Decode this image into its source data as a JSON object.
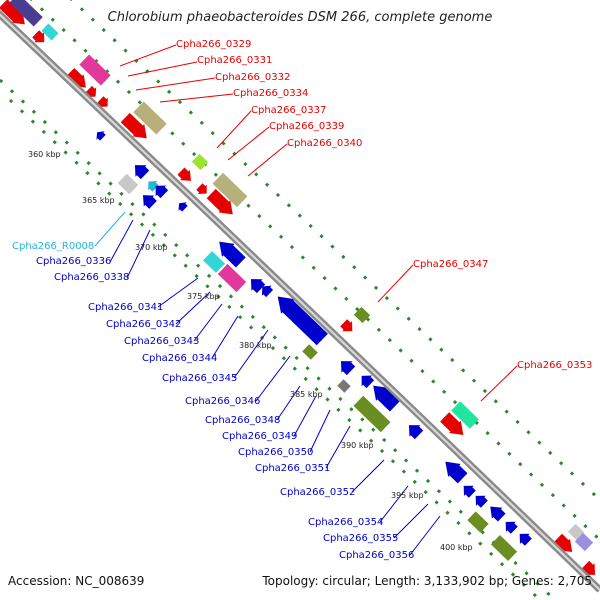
{
  "header": {
    "title": "Chlorobium phaeobacteroides DSM 266, complete genome"
  },
  "footer": {
    "accession": "Accession: NC_008639",
    "summary": "Topology: circular; Length: 3,133,902 bp; Genes: 2,705"
  },
  "ruler": [
    "360 kbp",
    "365 kbp",
    "370 kbp",
    "375 kbp",
    "380 kbp",
    "385 kbp",
    "390 kbp",
    "395 kbp",
    "400 kbp"
  ],
  "forward_genes": [
    "Cpha266_0329",
    "Cpha266_0331",
    "Cpha266_0332",
    "Cpha266_0334",
    "Cpha266_0337",
    "Cpha266_0339",
    "Cpha266_0340",
    "Cpha266_0347",
    "Cpha266_0353"
  ],
  "reverse_genes": [
    "Cpha266_R0008",
    "Cpha266_0336",
    "Cpha266_0338",
    "Cpha266_0341",
    "Cpha266_0342",
    "Cpha266_0343",
    "Cpha266_0344",
    "Cpha266_0345",
    "Cpha266_0346",
    "Cpha266_0348",
    "Cpha266_0349",
    "Cpha266_0350",
    "Cpha266_0351",
    "Cpha266_0352",
    "Cpha266_0354",
    "Cpha266_0355",
    "Cpha266_0356"
  ],
  "colors": {
    "forward": "#e60000",
    "reverse": "#0000cc",
    "rna": "#22b8d8",
    "backbone": "#9a9a9a",
    "tick_dots": "#2a8a2a",
    "cog_olive": "#b7b07a",
    "cog_magenta": "#e0399b",
    "cog_cyan": "#33d6d6",
    "cog_lime": "#9be52a",
    "cog_green": "#6b8e23",
    "cog_grey": "#c8c8c8",
    "cog_navy": "#4b3d8f",
    "cog_aqua": "#22e6a0",
    "cog_lilac": "#9d8fe0"
  }
}
